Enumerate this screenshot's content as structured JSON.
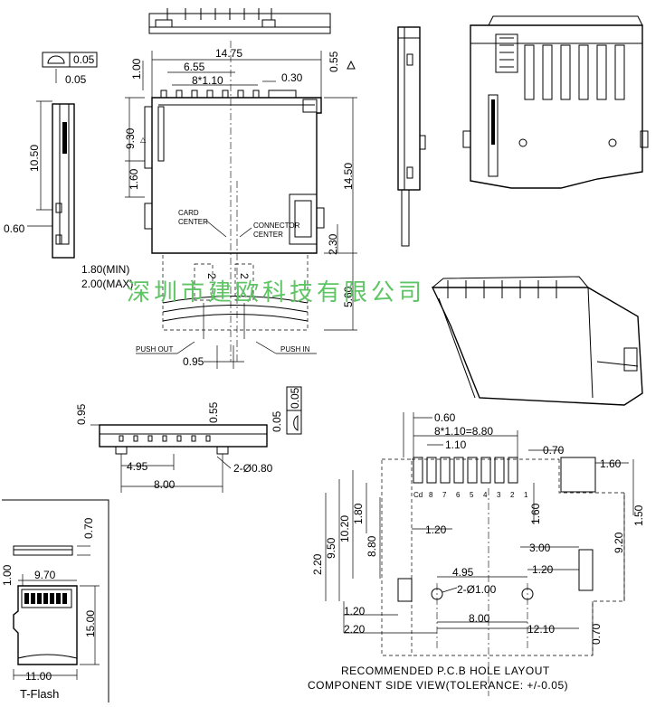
{
  "dimensions": {
    "top_width": "14.75",
    "pin_offset": "6.55",
    "pin_pitch": "8*1.10",
    "pin_width": "0.30",
    "top_margin": "1.00",
    "top_right": "0.55",
    "height_930": "9.30",
    "height_160": "1.60",
    "height_1450": "14.50",
    "height_230": "2.30",
    "height_560": "5.60",
    "eject_min": "1.80(MIN)",
    "eject_max": "2.00(MAX)",
    "push_spacing": "0.95",
    "flatness": "0.05",
    "side_offset": "0.05",
    "side_height": "10.50",
    "side_low": "0.60",
    "front_095": "0.95",
    "front_055": "0.55",
    "front_005": "0.05",
    "front_495": "4.95",
    "front_holes": "2-Ø0.80",
    "front_800": "8.00",
    "card_thickness": "0.70",
    "card_lead": "1.00",
    "card_width_inner": "9.70",
    "card_length": "15.00",
    "card_width": "11.00",
    "pcb_060": "0.60",
    "pcb_pitch_total": "8*1.10=8.80",
    "pcb_110": "1.10",
    "pcb_070_top": "0.70",
    "pcb_160_right": "1.60",
    "pcb_150": "1.50",
    "pcb_160_pad": "1.60",
    "pcb_220_left": "2.20",
    "pcb_950": "9.50",
    "pcb_1020": "10.20",
    "pcb_180": "1.80",
    "pcb_880": "8.80",
    "pcb_120_a": "1.20",
    "pcb_300": "3.00",
    "pcb_920": "9.20",
    "pcb_495": "4.95",
    "pcb_holes": "2-Ø1.00",
    "pcb_120_b": "1.20",
    "pcb_120_c": "1.20",
    "pcb_800": "8.00",
    "pcb_220_bottom": "2.20",
    "pcb_1210": "12.10",
    "pcb_070_bottom": "0.70"
  },
  "labels": {
    "card_center": "CARD",
    "card_center_2": "CENTER",
    "connector_center": "CONNECTOR",
    "connector_center_2": "CENTER",
    "push_out": "PUSH OUT",
    "push_in": "PUSH IN",
    "pin_cd": "Cd",
    "pins": [
      "8",
      "7",
      "6",
      "5",
      "4",
      "3",
      "2",
      "1"
    ],
    "push_mark_left": "2",
    "push_mark_right": "2",
    "caption_line1": "RECOMMENDED P.C.B HOLE LAYOUT",
    "caption_line2": "COMPONENT SIDE VIEW(TOLERANCE: +/-0.05)",
    "card_name": "T-Flash",
    "watermark": "深圳市建欧科技有限公司"
  },
  "colors": {
    "ink": "#000000",
    "watermark": "#5ec464"
  },
  "icons": {
    "flatness": "flatness-symbol-icon",
    "critical": "critical-dimension-icon"
  }
}
